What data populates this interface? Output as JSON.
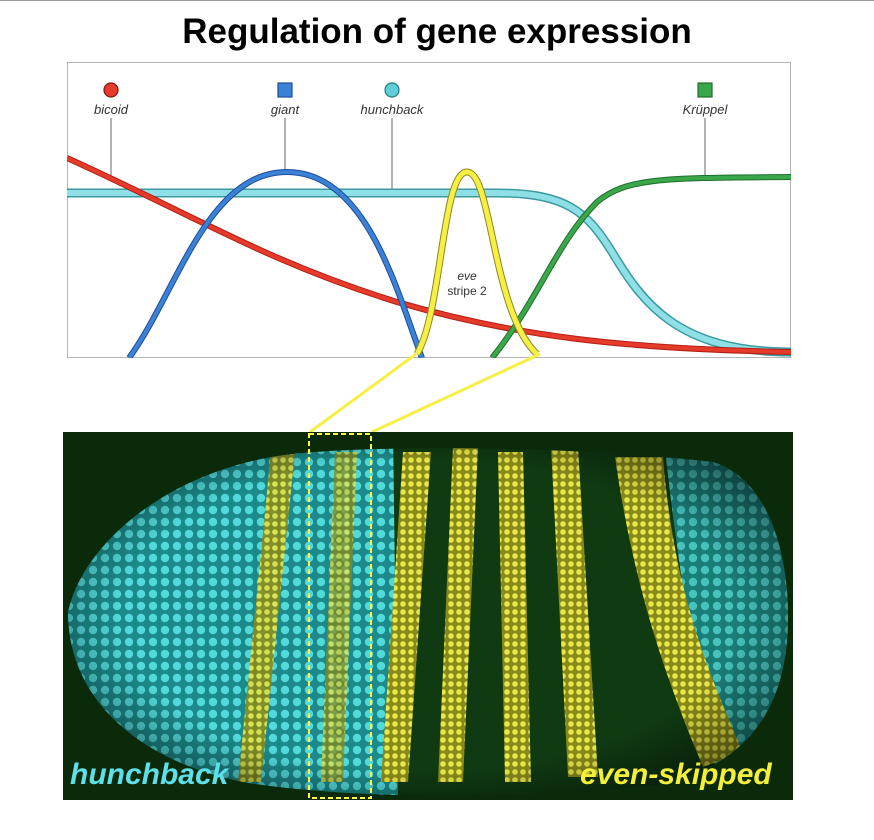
{
  "title": "Regulation of gene expression",
  "legend": [
    {
      "name": "bicoid",
      "marker": "circle",
      "color": "#e63a2a"
    },
    {
      "name": "giant",
      "marker": "square",
      "color": "#3b82d6"
    },
    {
      "name": "hunchback",
      "marker": "circle",
      "color": "#5ecfd6"
    },
    {
      "name": "Krüppel",
      "marker": "square",
      "color": "#3aa84a"
    }
  ],
  "stripe_label": {
    "line1": "eve",
    "line2": "stripe 2"
  },
  "stripe_color": "#f7ef45",
  "embryo_labels": {
    "left": "hunchback",
    "right": "even-skipped"
  },
  "colors": {
    "embryo_background": "#0a2a0a",
    "hunchback_nuclei": "#4fd2d2",
    "eve_stripes": "#d6d63a",
    "highlight_box": "#ffff44"
  }
}
